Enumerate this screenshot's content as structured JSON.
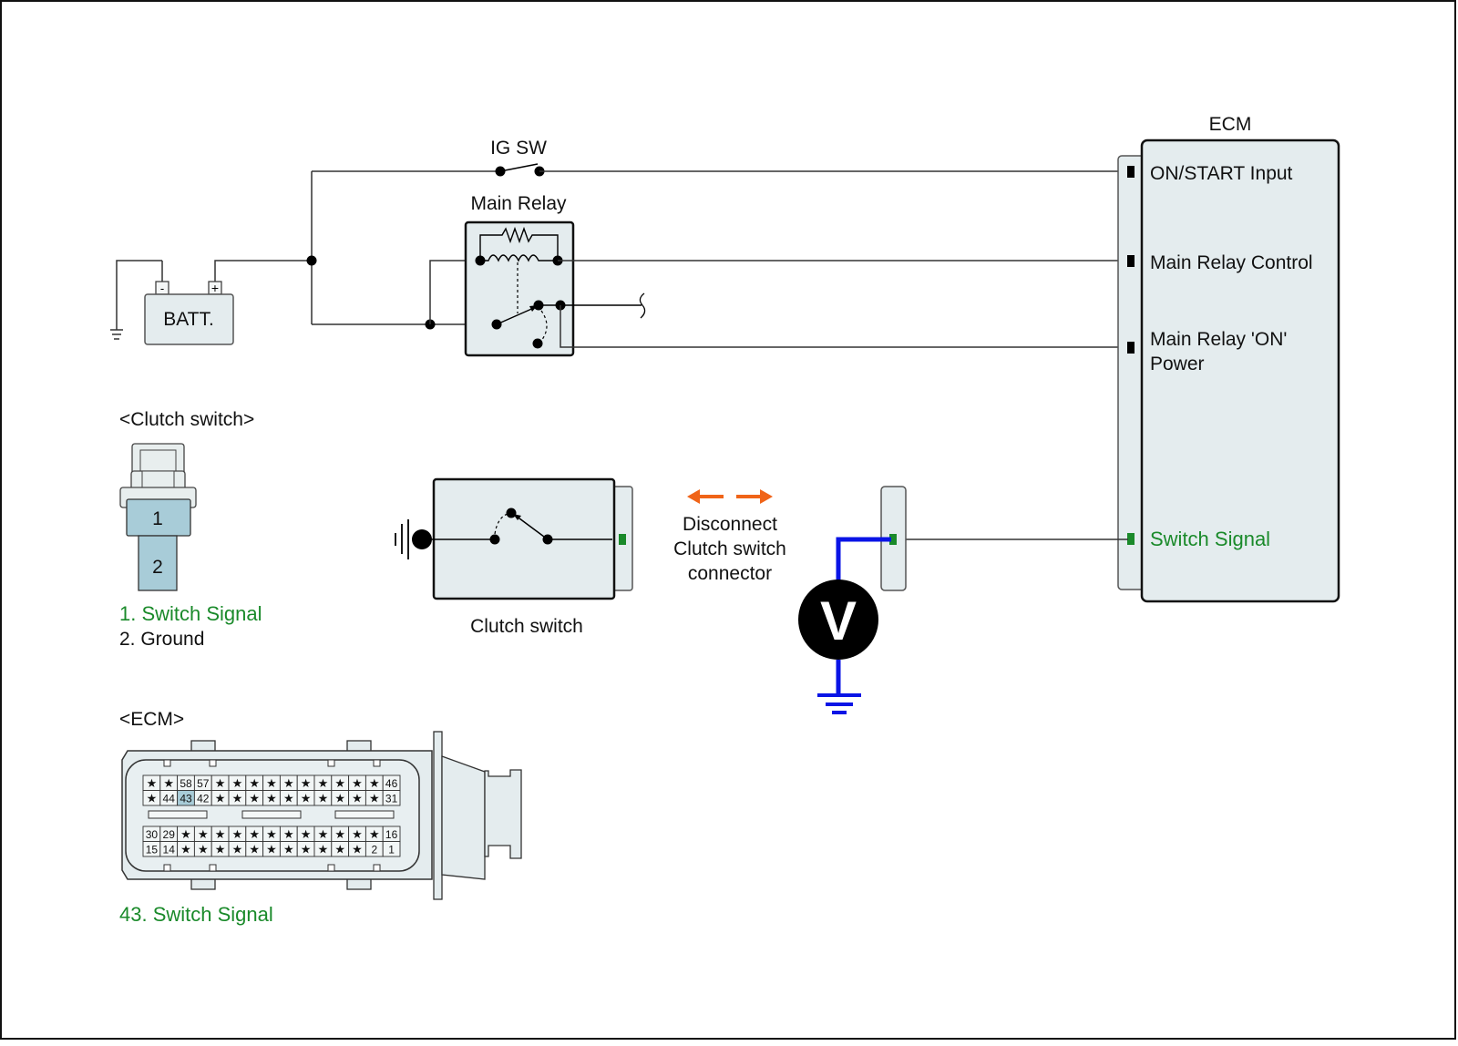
{
  "colors": {
    "signal_green": "#1a8a2a",
    "probe_blue": "#0a14e6",
    "arrow_orange": "#f06418",
    "component_fill": "#e4ecee",
    "pin_highlight": "#a8ccd8"
  },
  "power_circuit": {
    "battery_label": "BATT.",
    "battery_neg": "-",
    "battery_pos": "+",
    "ig_switch_label": "IG SW",
    "main_relay_label": "Main Relay"
  },
  "ecm_block": {
    "title": "ECM",
    "terminals": [
      {
        "label": "ON/START Input"
      },
      {
        "label": "Main Relay Control"
      },
      {
        "label_line1": "Main Relay 'ON'",
        "label_line2": "Power"
      },
      {
        "label": "Switch Signal",
        "highlight": true
      }
    ]
  },
  "clutch_switch_component": {
    "label": "Clutch switch"
  },
  "instruction": {
    "line1": "Disconnect",
    "line2": "Clutch switch",
    "line3": "connector"
  },
  "meter": {
    "symbol": "V",
    "type": "voltmeter"
  },
  "clutch_connector": {
    "title": "<Clutch switch>",
    "pins": [
      "1",
      "2"
    ],
    "legend": [
      {
        "text": "1. Switch Signal",
        "highlight": true
      },
      {
        "text": "2. Ground",
        "highlight": false
      }
    ]
  },
  "ecm_connector": {
    "title": "<ECM>",
    "rows": [
      [
        "★",
        "★",
        "58",
        "57",
        "★",
        "★",
        "★",
        "★",
        "★",
        "★",
        "★",
        "★",
        "★",
        "★",
        "46"
      ],
      [
        "★",
        "44",
        "43",
        "42",
        "★",
        "★",
        "★",
        "★",
        "★",
        "★",
        "★",
        "★",
        "★",
        "★",
        "31"
      ],
      [
        "30",
        "29",
        "★",
        "★",
        "★",
        "★",
        "★",
        "★",
        "★",
        "★",
        "★",
        "★",
        "★",
        "★",
        "16"
      ],
      [
        "15",
        "14",
        "★",
        "★",
        "★",
        "★",
        "★",
        "★",
        "★",
        "★",
        "★",
        "★",
        "★",
        "2",
        "1"
      ]
    ],
    "highlight_pin": "43",
    "legend": "43. Switch Signal"
  }
}
